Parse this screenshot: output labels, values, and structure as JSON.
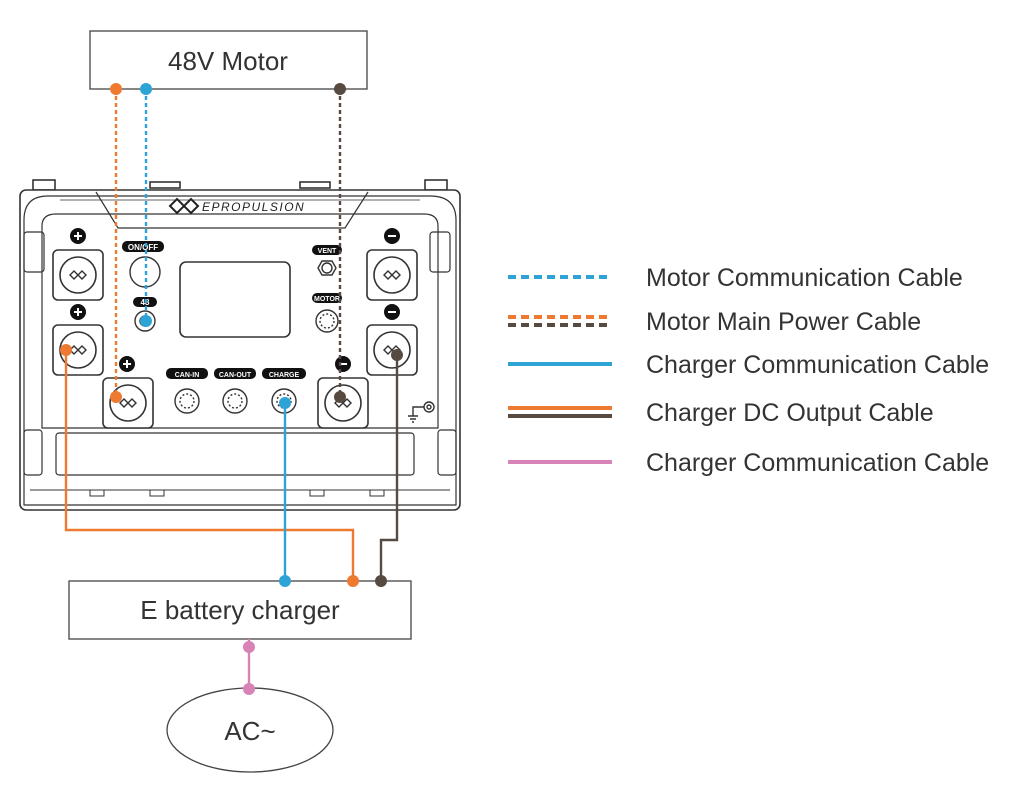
{
  "boxes": {
    "motor": "48V Motor",
    "charger": "E battery charger",
    "ac": "AC~"
  },
  "device": {
    "brand": "EPROPULSION",
    "labels": {
      "on_off": "ON/OFF",
      "v48": "48",
      "vent": "VENT",
      "motor": "MOTOR",
      "can_in": "CAN-IN",
      "can_out": "CAN-OUT",
      "charge": "CHARGE"
    }
  },
  "legend": [
    {
      "label": "Motor Communication Cable",
      "style": "dashed",
      "colors": [
        "#2ea4d6"
      ]
    },
    {
      "label": "Motor Main Power Cable",
      "style": "dashed-double",
      "colors": [
        "#ee7a32",
        "#574a41"
      ]
    },
    {
      "label": "Charger Communication Cable",
      "style": "solid",
      "colors": [
        "#2ea4d6"
      ]
    },
    {
      "label": "Charger DC Output Cable",
      "style": "solid-double",
      "colors": [
        "#ee7a32",
        "#574a41"
      ]
    },
    {
      "label": "Charger Communication Cable",
      "style": "solid",
      "colors": [
        "#d883b8"
      ]
    }
  ],
  "colors": {
    "blue": "#2ea4d6",
    "orange": "#ee7a32",
    "brown": "#574a41",
    "pink": "#d883b8",
    "outline": "#444444"
  },
  "icons": {
    "plus": "plus-terminal-icon",
    "minus": "minus-terminal-icon",
    "ground": "ground-icon",
    "logo": "epropulsion-logo-icon"
  }
}
